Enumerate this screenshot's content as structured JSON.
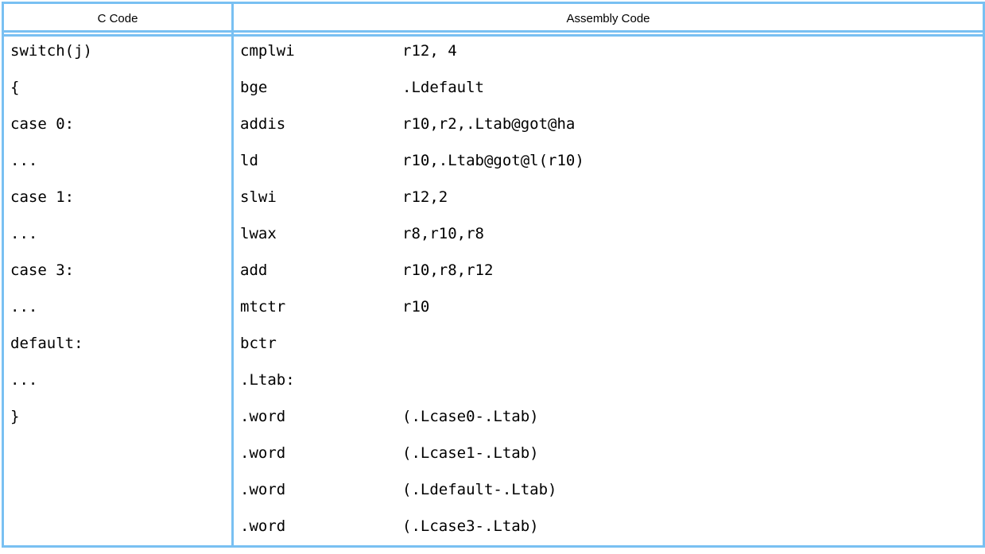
{
  "colors": {
    "rule": "#79c0f2",
    "text": "#000000",
    "background": "#ffffff"
  },
  "table": {
    "headers": {
      "c_code": "C Code",
      "assembly_code": "Assembly Code"
    },
    "rows": [
      {
        "c": "switch(j)",
        "mnemonic": "cmplwi",
        "operand": "r12, 4"
      },
      {
        "c": "{",
        "mnemonic": "bge",
        "operand": ".Ldefault"
      },
      {
        "c": "case 0:",
        "mnemonic": "addis",
        "operand": "r10,r2,.Ltab@got@ha"
      },
      {
        "c": "...",
        "mnemonic": "ld",
        "operand": "r10,.Ltab@got@l(r10)"
      },
      {
        "c": "case 1:",
        "mnemonic": "slwi",
        "operand": "r12,2"
      },
      {
        "c": "...",
        "mnemonic": "lwax",
        "operand": "r8,r10,r8"
      },
      {
        "c": "case 3:",
        "mnemonic": "add",
        "operand": "r10,r8,r12"
      },
      {
        "c": "...",
        "mnemonic": "mtctr",
        "operand": "r10"
      },
      {
        "c": "default:",
        "mnemonic": "bctr",
        "operand": ""
      },
      {
        "c": "...",
        "mnemonic": ".Ltab:",
        "operand": ""
      },
      {
        "c": "}",
        "mnemonic": ".word",
        "operand": "(.Lcase0-.Ltab)"
      },
      {
        "c": "",
        "mnemonic": ".word",
        "operand": "(.Lcase1-.Ltab)"
      },
      {
        "c": "",
        "mnemonic": ".word",
        "operand": "(.Ldefault-.Ltab)"
      },
      {
        "c": "",
        "mnemonic": ".word",
        "operand": "(.Lcase3-.Ltab)"
      }
    ]
  }
}
